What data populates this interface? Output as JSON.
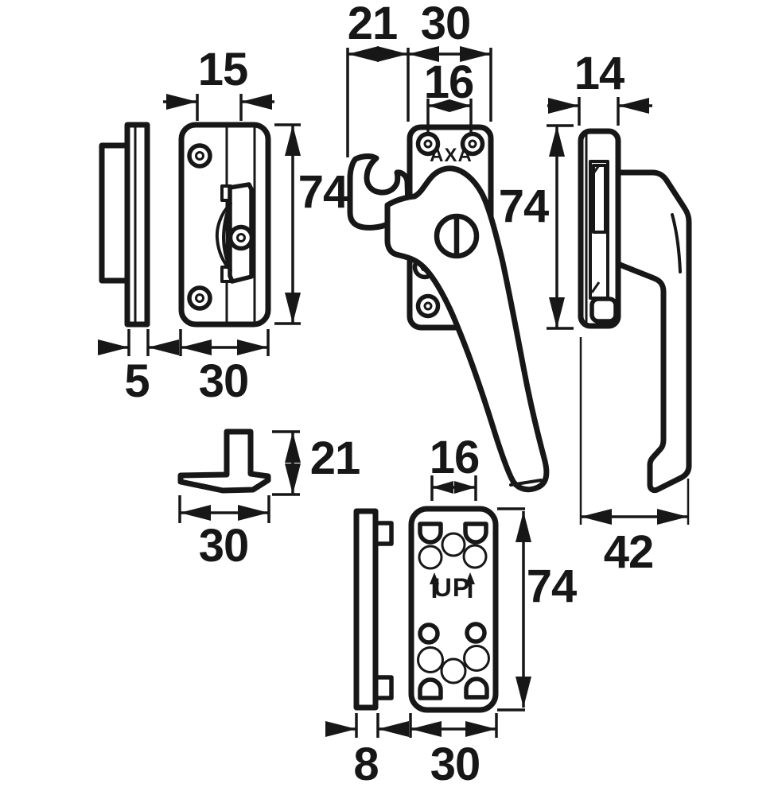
{
  "drawing": {
    "ink_color": "#171717",
    "paper_color": "#ffffff"
  },
  "labels": {
    "brand": "AXA",
    "orientation": "UP"
  },
  "dims": {
    "hook_offset": "21",
    "handle_plate_width": "30",
    "handle_hole_spacing": "16",
    "keeper_slot_offset": "15",
    "keeper_height": "74",
    "handle_height": "74",
    "handle_depth": "14",
    "keeper_thickness": "5",
    "keeper_width": "30",
    "wedge_height": "21",
    "wedge_width": "30",
    "plate_hole_spacing": "16",
    "plate_height": "74",
    "handle_reach": "42",
    "plate_thickness": "8",
    "plate_width": "30"
  }
}
